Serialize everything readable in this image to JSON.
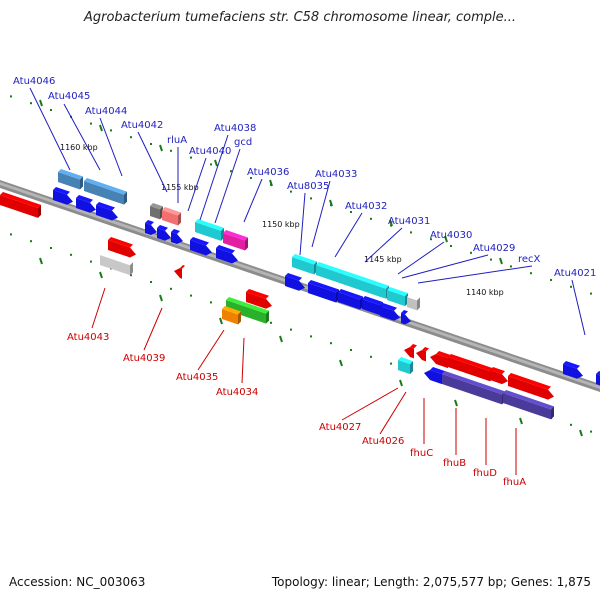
{
  "title": "Agrobacterium tumefaciens str. C58 chromosome linear, comple...",
  "footer": {
    "accession": "Accession: NC_003063",
    "summary": "Topology: linear; Length: 2,075,577 bp; Genes: 1,875"
  },
  "colors": {
    "upper_label": "#1f1fbf",
    "lower_label": "#cc0000",
    "tick": "#1a7a1a",
    "axis": "#8a8a8a"
  },
  "kbp_marks": [
    "1160 kbp",
    "1155 kbp",
    "1150 kbp",
    "1145 kbp",
    "1140 kbp"
  ],
  "upper_genes": [
    "Atu4046",
    "Atu4045",
    "Atu4044",
    "Atu4042",
    "rluA",
    "Atu4040",
    "Atu4038",
    "gcd",
    "Atu4036",
    "Atu8035",
    "Atu4033",
    "Atu4032",
    "Atu4031",
    "Atu4030",
    "Atu4029",
    "recX",
    "Atu4021"
  ],
  "lower_genes": [
    "Atu4043",
    "Atu4039",
    "Atu4035",
    "Atu4034",
    "Atu4027",
    "Atu4026",
    "fhuC",
    "fhuB",
    "fhuD",
    "fhuA"
  ]
}
